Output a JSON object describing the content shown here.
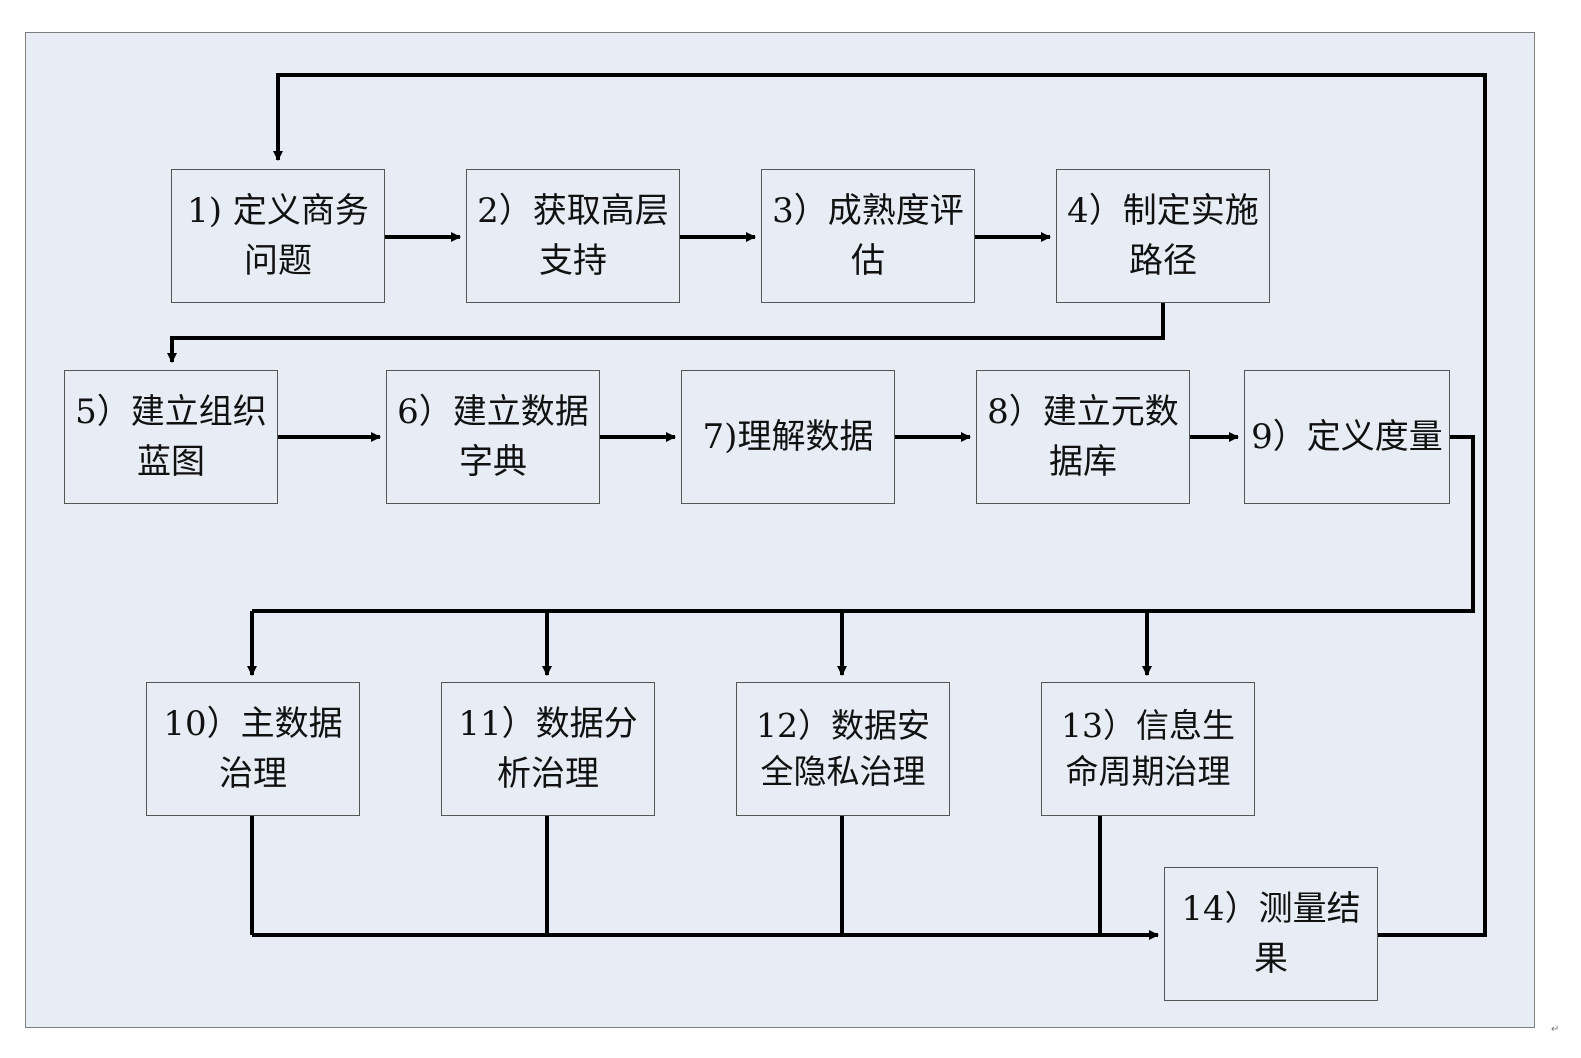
{
  "steps": [
    {
      "id": "s1",
      "label": "1) 定义商务问题"
    },
    {
      "id": "s2",
      "label": "2）获取高层支持"
    },
    {
      "id": "s3",
      "label": "3）成熟度评估"
    },
    {
      "id": "s4",
      "label": "4）制定实施路径"
    },
    {
      "id": "s5",
      "label": "5）建立组织蓝图"
    },
    {
      "id": "s6",
      "label": "6）建立数据字典"
    },
    {
      "id": "s7",
      "label": "7)理解数据"
    },
    {
      "id": "s8",
      "label": "8）建立元数据库"
    },
    {
      "id": "s9",
      "label": "9）定义度量"
    },
    {
      "id": "s10",
      "label": "10）主数据治理"
    },
    {
      "id": "s11",
      "label": "11）数据分析治理"
    },
    {
      "id": "s12",
      "label": "12）数据安全隐私治理"
    },
    {
      "id": "s13",
      "label": "13）信息生命周期治理"
    },
    {
      "id": "s14",
      "label": "14）测量结果"
    }
  ],
  "colors": {
    "background": "#e7ecf5",
    "line": "#000000",
    "border": "#555555"
  }
}
